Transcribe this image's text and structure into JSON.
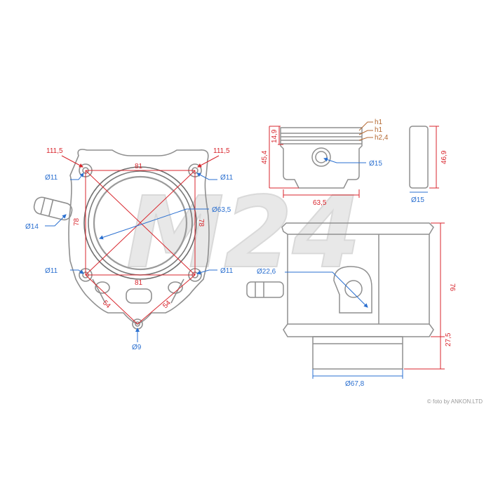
{
  "watermark": {
    "text": "M24"
  },
  "credit": {
    "text": "© foto by ANKON.LTD"
  },
  "colors": {
    "dimension": "#d8262d",
    "diameter": "#2a6fd0",
    "ring": "#b56a34",
    "outline": "#8f8f8f"
  },
  "flange_view": {
    "bolt_spacing_top": "81",
    "bolt_spacing_bottom": "81",
    "bolt_spacing_left": "78",
    "bolt_spacing_right": "78",
    "diagonal_left": "111,5",
    "diagonal_right": "111,5",
    "bolt_hole_tl": "Ø11",
    "bolt_hole_tr": "Ø11",
    "bolt_hole_bl": "Ø11",
    "bolt_hole_br": "Ø11",
    "bore": "Ø63,5",
    "spigot": "Ø14",
    "lower_left": "54",
    "lower_right": "54",
    "lower_hole": "Ø9"
  },
  "piston_view": {
    "ring_1": "h1",
    "ring_2": "h1",
    "ring_3": "h2,4",
    "crown_height": "14,9",
    "compression_height": "45,4",
    "pin_bore": "Ø15",
    "diameter": "63,5"
  },
  "pin_view": {
    "length": "46,9",
    "diameter": "Ø15"
  },
  "side_view": {
    "body_height": "76",
    "skirt_height": "27,5",
    "port": "Ø22,6",
    "skirt_diameter": "Ø67,8"
  }
}
